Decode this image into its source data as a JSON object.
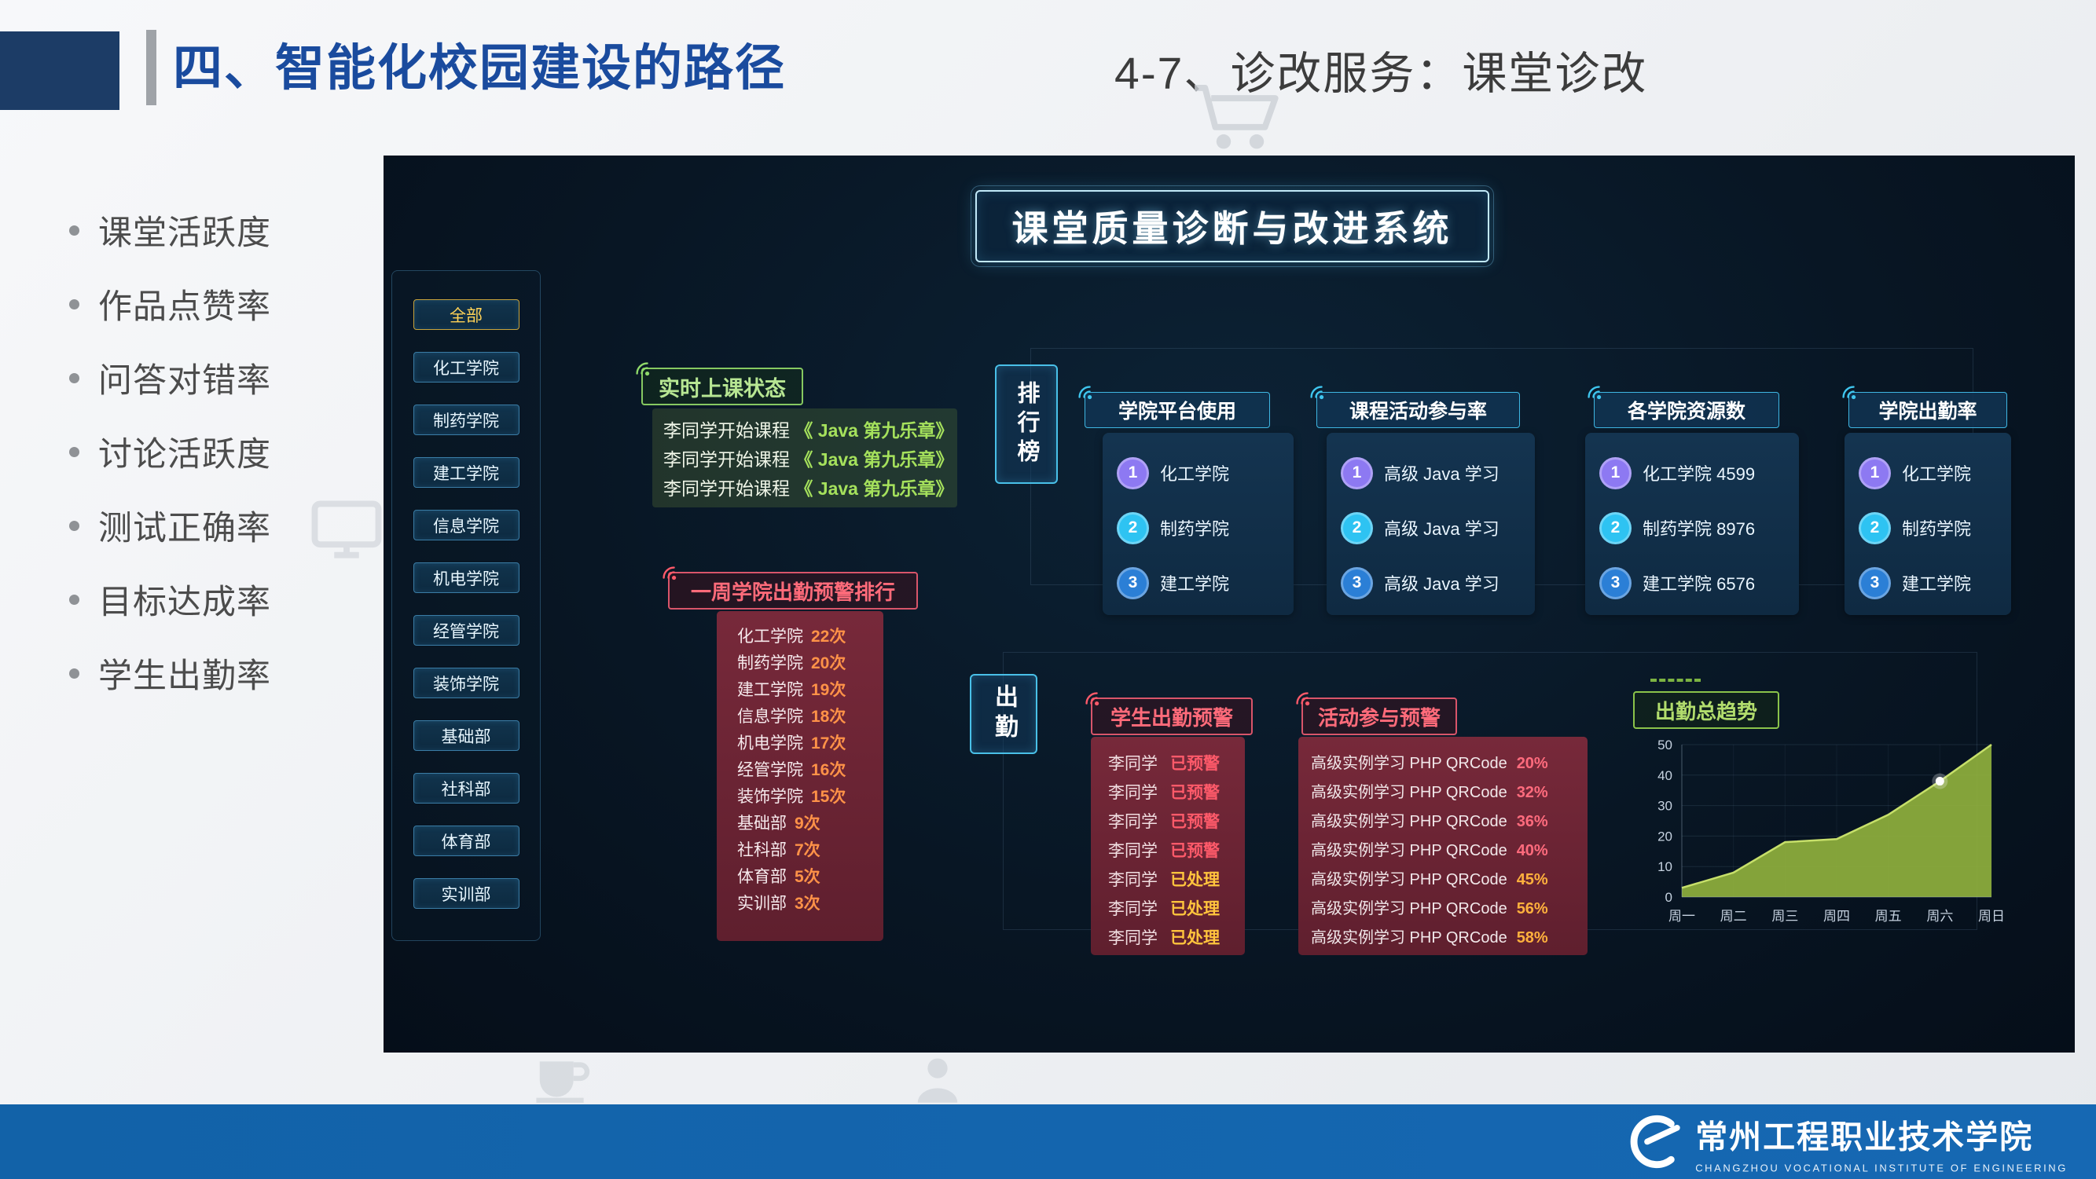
{
  "header": {
    "title": "四、智能化校园建设的路径",
    "subtitle": "4-7、诊改服务：课堂诊改"
  },
  "bullets": [
    "课堂活跃度",
    "作品点赞率",
    "问答对错率",
    "讨论活跃度",
    "测试正确率",
    "目标达成率",
    "学生出勤率"
  ],
  "dashboard": {
    "title": "课堂质量诊断与改进系统",
    "sidebar": [
      "全部",
      "化工学院",
      "制药学院",
      "建工学院",
      "信息学院",
      "机电学院",
      "经管学院",
      "装饰学院",
      "基础部",
      "社科部",
      "体育部",
      "实训部"
    ],
    "live_status": {
      "label": "实时上课状态",
      "rows": [
        {
          "text": "李同学开始课程",
          "course": "《 Java 第九乐章》"
        },
        {
          "text": "李同学开始课程",
          "course": "《 Java 第九乐章》"
        },
        {
          "text": "李同学开始课程",
          "course": "《 Java 第九乐章》"
        }
      ]
    },
    "weekly_warning": {
      "label": "一周学院出勤预警排行",
      "rows": [
        {
          "name": "化工学院",
          "count": "22次"
        },
        {
          "name": "制药学院",
          "count": "20次"
        },
        {
          "name": "建工学院",
          "count": "19次"
        },
        {
          "name": "信息学院",
          "count": "18次"
        },
        {
          "name": "机电学院",
          "count": "17次"
        },
        {
          "name": "经管学院",
          "count": "16次"
        },
        {
          "name": "装饰学院",
          "count": "15次"
        },
        {
          "name": "基础部",
          "count": "9次"
        },
        {
          "name": "社科部",
          "count": "7次"
        },
        {
          "name": "体育部",
          "count": "5次"
        },
        {
          "name": "实训部",
          "count": "3次"
        }
      ]
    },
    "rank_tab": "排行榜",
    "panels": [
      {
        "title": "学院平台使用",
        "rows": [
          {
            "rank": "1",
            "label": "化工学院"
          },
          {
            "rank": "2",
            "label": "制药学院"
          },
          {
            "rank": "3",
            "label": "建工学院"
          }
        ]
      },
      {
        "title": "课程活动参与率",
        "rows": [
          {
            "rank": "1",
            "label": "高级 Java 学习"
          },
          {
            "rank": "2",
            "label": "高级 Java 学习"
          },
          {
            "rank": "3",
            "label": "高级 Java 学习"
          }
        ]
      },
      {
        "title": "各学院资源数",
        "rows": [
          {
            "rank": "1",
            "label": "化工学院 4599"
          },
          {
            "rank": "2",
            "label": "制药学院 8976"
          },
          {
            "rank": "3",
            "label": "建工学院 6576"
          }
        ]
      },
      {
        "title": "学院出勤率",
        "rows": [
          {
            "rank": "1",
            "label": "化工学院"
          },
          {
            "rank": "2",
            "label": "制药学院"
          },
          {
            "rank": "3",
            "label": "建工学院"
          }
        ]
      }
    ],
    "attend_tab": "出勤",
    "student_warning": {
      "label": "学生出勤预警",
      "rows": [
        {
          "name": "李同学",
          "status": "已预警"
        },
        {
          "name": "李同学",
          "status": "已预警"
        },
        {
          "name": "李同学",
          "status": "已预警"
        },
        {
          "name": "李同学",
          "status": "已预警"
        },
        {
          "name": "李同学",
          "status": "已处理"
        },
        {
          "name": "李同学",
          "status": "已处理"
        },
        {
          "name": "李同学",
          "status": "已处理"
        }
      ]
    },
    "activity_warning": {
      "label": "活动参与预警",
      "rows": [
        {
          "name": "高级实例学习 PHP QRCode",
          "percent": "20%"
        },
        {
          "name": "高级实例学习 PHP QRCode",
          "percent": "32%"
        },
        {
          "name": "高级实例学习 PHP QRCode",
          "percent": "36%"
        },
        {
          "name": "高级实例学习 PHP QRCode",
          "percent": "40%"
        },
        {
          "name": "高级实例学习 PHP QRCode",
          "percent": "45%"
        },
        {
          "name": "高级实例学习 PHP QRCode",
          "percent": "56%"
        },
        {
          "name": "高级实例学习 PHP QRCode",
          "percent": "58%"
        }
      ]
    },
    "trend_label": "出勤总趋势"
  },
  "chart_data": {
    "type": "area",
    "title": "出勤总趋势",
    "x": [
      "周一",
      "周二",
      "周三",
      "周四",
      "周五",
      "周六",
      "周日"
    ],
    "values": [
      3,
      8,
      18,
      19,
      27,
      38,
      50
    ],
    "ylim": [
      0,
      50
    ],
    "yticks": [
      0,
      10,
      20,
      30,
      40,
      50
    ],
    "highlight_index": 5,
    "area_color": "#8fb03d",
    "line_color": "#c7e06a",
    "grid": true,
    "legend": "none"
  },
  "footer": {
    "school_cn": "常州工程职业技术学院",
    "school_en": "CHANGZHOU VOCATIONAL INSTITUTE OF ENGINEERING"
  },
  "icons": {
    "broadcast": "signal-arcs",
    "cart": "shopping-cart-outline",
    "monitor": "computer-monitor-outline",
    "cup": "coffee-cup",
    "person": "person-silhouette",
    "logo": "c-swoosh"
  },
  "colors": {
    "accent_blue": "#1a4b9e",
    "dashboard_bg": "#081624",
    "alert_red": "#ff5a6a",
    "done_yellow": "#ffc43d",
    "cyan_border": "#3fc6ef",
    "green": "#8fd96a",
    "rank1": "#8d79f2",
    "rank2": "#2ec3f2",
    "rank3": "#2b7fd6",
    "footer_blue": "#1565ad"
  }
}
